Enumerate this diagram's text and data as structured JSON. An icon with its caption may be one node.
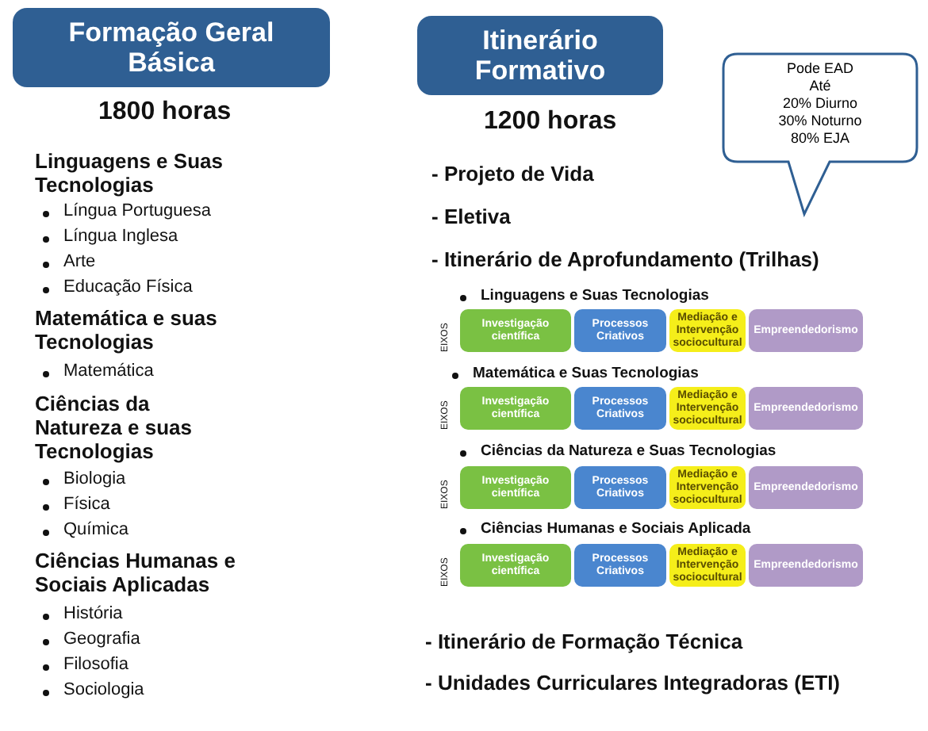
{
  "diagram": {
    "nodes": [
      {
        "text": [
          "Formação Geral Básica"
        ]
      },
      {
        "text": [
          "Itinerário Formativo"
        ]
      },
      {
        "text": [
          "Pode EAD",
          "Até",
          "20%  Diurno",
          "30% Noturno",
          "80% EJA"
        ]
      },
      {
        "text": [
          "Investigação científica"
        ]
      },
      {
        "text": [
          "Processos Criativos"
        ]
      },
      {
        "text": [
          "Mediação e Intervenção sociocultural"
        ]
      },
      {
        "text": [
          "Empreendedorismo"
        ]
      },
      {
        "text": [
          "Investigação científica"
        ]
      },
      {
        "text": [
          "Processos Criativos"
        ]
      },
      {
        "text": [
          "Mediação e Intervenção sociocultural"
        ]
      },
      {
        "text": [
          "Empreendedorismo"
        ]
      },
      {
        "text": [
          "Investigação científica"
        ]
      },
      {
        "text": [
          "Processos Criativos"
        ]
      },
      {
        "text": [
          "Mediação e Intervenção sociocultural"
        ]
      },
      {
        "text": [
          "Empreendedorismo"
        ]
      },
      {
        "text": [
          "Investigação científica"
        ]
      },
      {
        "text": [
          "Processos Criativos"
        ]
      },
      {
        "text": [
          "Mediação e Intervenção sociocultural"
        ]
      },
      {
        "text": [
          "Empreendedorismo"
        ]
      }
    ],
    "edges": [],
    "labels": [
      "1800 horas",
      "Linguagens e Suas Tecnologias",
      "Língua Portuguesa",
      "Língua Inglesa",
      "Arte",
      "Educação Física",
      "Matemática e suas Tecnologias",
      "Matemática",
      "Ciências da Natureza e suas Tecnologias",
      "Biologia",
      "Física",
      "Química",
      "Ciências Humanas e Sociais Aplicadas",
      "História",
      "Geografia",
      "Filosofia",
      "Sociologia",
      "1200 horas",
      "- Projeto de Vida",
      "- Eletiva",
      "- Itinerário de Aprofundamento (Trilhas)",
      "Linguagens e Suas Tecnologias",
      "EIXOS",
      "Matemática e Suas Tecnologias",
      "EIXOS",
      "Ciências da Natureza e Suas Tecnologias",
      "EIXOS",
      "Ciências Humanas e Sociais Aplicada",
      "EIXOS",
      "- Itinerário de Formação Técnica",
      "- Unidades Curriculares Integradoras (ETI)"
    ]
  }
}
